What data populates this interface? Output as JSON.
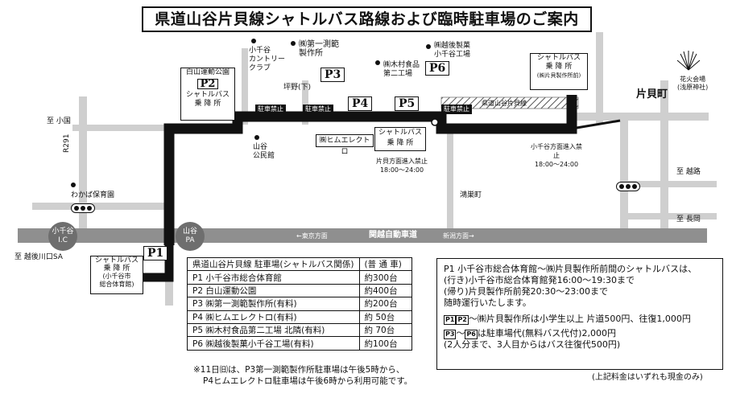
{
  "title": "県道山谷片貝線シャトルバス路線および臨時駐車場のご案内",
  "places": {
    "otani_country": "小千谷\nカントリー\nクラブ",
    "tsubono": "坪野(下)",
    "yamatani_kominkan": "山谷\n公民館",
    "wakaba": "わかば保育園",
    "kounosu": "鴻巣町",
    "katakai_town": "片貝町",
    "hanabi_venue": "花火会場\n(浅原神社)",
    "to_oguni": "至 小国",
    "to_koshiji": "至 越路",
    "to_nagaoka": "至 長岡",
    "to_echigo_kawaguchi": "至 越後川口SA",
    "r291": "R291",
    "prefectural_road": "県道山谷片貝線",
    "tokyo_dir": "←東京方面",
    "expressway": "関越自動車道",
    "niigata_dir": "新潟方面→",
    "ojiya_ic": "小千谷\nI.C",
    "yamaya_pa": "山谷\nPA"
  },
  "parking_markers": [
    {
      "id": "P1",
      "label": "P1"
    },
    {
      "id": "P2",
      "label": "P2",
      "name": "白山運動公園",
      "sub": "シャトルバス\n乗 降 所"
    },
    {
      "id": "P3",
      "label": "P3",
      "name": "㈱第一測範\n製作所"
    },
    {
      "id": "P4",
      "label": "P4",
      "name": "㈱ヒムエレクトロ"
    },
    {
      "id": "P5",
      "label": "P5"
    },
    {
      "id": "P6",
      "label": "P6",
      "name": "㈱越後製菓\n小千谷工場"
    }
  ],
  "kimura": "㈱木村食品\n第二工場",
  "stops": {
    "p1_stop": "シャトルバス\n乗 降 所",
    "p1_stop_sub": "(小千谷市\n総合体育館)",
    "center_stop": "シャトルバス\n乗 降 所",
    "katakai_stop": "シャトルバス\n乗 降 所",
    "katakai_stop_sub": "(㈱片貝製作所前)"
  },
  "restrictions": {
    "no_parking": "駐車禁止",
    "katakai_ban": "片貝方面進入禁止",
    "katakai_ban_time": "18:00～24:00",
    "ojiya_ban": "小千谷方面進入禁止",
    "ojiya_ban_time": "18:00～24:00"
  },
  "lot_table": {
    "header": [
      "県道山谷片貝線 駐車場(シャトルバス関係)",
      "(普 通 車)"
    ],
    "rows": [
      [
        "P1 小千谷市総合体育館",
        "約300台"
      ],
      [
        "P2 白山運動公園",
        "約400台"
      ],
      [
        "P3 ㈱第一測範製作所(有料)",
        "約200台"
      ],
      [
        "P4 ㈱ヒムエレクトロ(有料)",
        "約 50台"
      ],
      [
        "P5 ㈱木村食品第二工場 北隣(有料)",
        "約 70台"
      ],
      [
        "P6 ㈱越後製菓小千谷工場(有料)",
        "約100台"
      ]
    ]
  },
  "footnote": [
    "※11日㈰は、P3第一測範製作所駐車場は午後5時から、",
    "P4ヒムエレクトロ駐車場は午後6時から利用可能です。"
  ],
  "info": {
    "line1": "P1 小千谷市総合体育館～㈱片貝製作所前間のシャトルバスは、",
    "line2": "(行き)小千谷市総合体育館発16:00～19:30まで",
    "line3": "(帰り)片貝製作所前発20:30～23:00まで",
    "line4": "随時運行いたします。",
    "fare1_badges": [
      "P1",
      "P2"
    ],
    "fare1": "～㈱片貝製作所は小学生以上 片道500円、往復1,000円",
    "fare2_badges": [
      "P3",
      "P6"
    ],
    "fare2_mid": "～",
    "fare2": "は駐車場代(無料バス代付)2,000円",
    "fare2_sub": "(2人分まで、3人目からはバス往復代500円)",
    "cash": "(上記料金はいずれも現金のみ)"
  }
}
